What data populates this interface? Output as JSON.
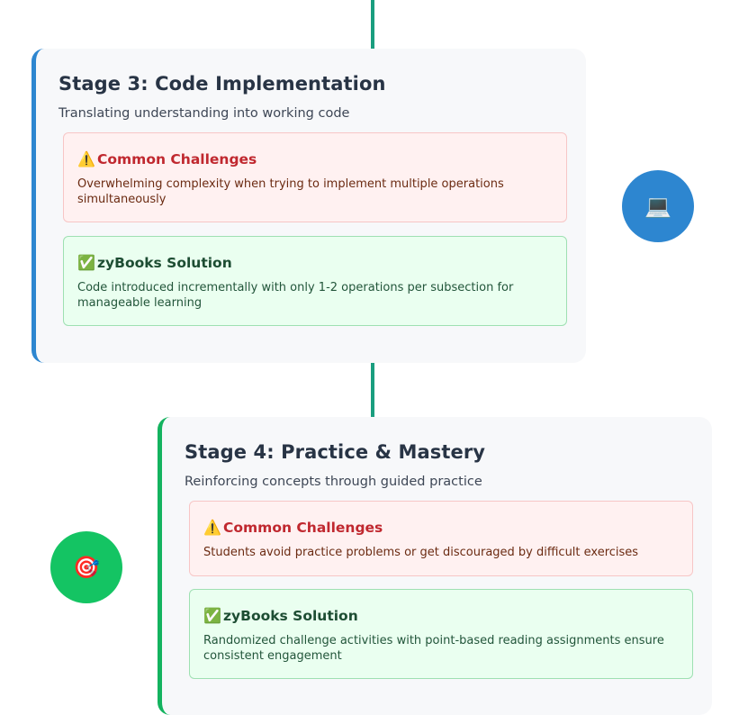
{
  "colors": {
    "connector": "#1a9e7f",
    "stage3_accent": "#2d86d0",
    "stage4_accent": "#14c463",
    "challenge_bg": "#fff1f1",
    "challenge_title": "#c0282f",
    "solution_bg": "#eafff0",
    "solution_title": "#1d4d33"
  },
  "stages": [
    {
      "title": "Stage 3: Code Implementation",
      "subtitle": "Translating understanding into working code",
      "badge_icon": "laptop-icon",
      "badge_glyph": "💻",
      "challenge": {
        "icon": "warning-icon",
        "icon_glyph": "⚠️",
        "title": "Common Challenges",
        "text": "Overwhelming complexity when trying to implement multiple operations simultaneously"
      },
      "solution": {
        "icon": "check-mark-icon",
        "icon_glyph": "✅",
        "title": "zyBooks Solution",
        "text": "Code introduced incrementally with only 1-2 operations per subsection for manageable learning"
      }
    },
    {
      "title": "Stage 4: Practice & Mastery",
      "subtitle": "Reinforcing concepts through guided practice",
      "badge_icon": "target-icon",
      "badge_glyph": "🎯",
      "challenge": {
        "icon": "warning-icon",
        "icon_glyph": "⚠️",
        "title": "Common Challenges",
        "text": "Students avoid practice problems or get discouraged by difficult exercises"
      },
      "solution": {
        "icon": "check-mark-icon",
        "icon_glyph": "✅",
        "title": "zyBooks Solution",
        "text": "Randomized challenge activities with point-based reading assignments ensure consistent engagement"
      }
    }
  ]
}
